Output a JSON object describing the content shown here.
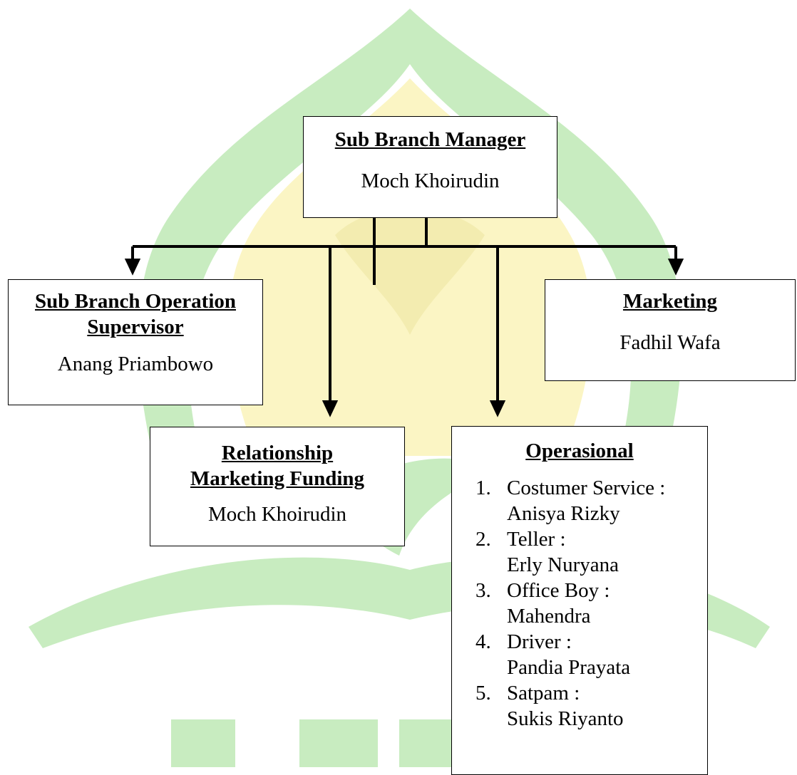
{
  "chart": {
    "manager": {
      "title": "Sub Branch Manager",
      "name": "Moch Khoirudin"
    },
    "supervisor": {
      "title_line1": "Sub Branch Operation",
      "title_line2": "Supervisor",
      "name": "Anang Priambowo"
    },
    "marketing": {
      "title": "Marketing",
      "name": "Fadhil Wafa"
    },
    "relationship_marketing": {
      "title_line1": "Relationship",
      "title_line2": "Marketing Funding",
      "name": "Moch Khoirudin"
    },
    "operasional": {
      "title": "Operasional",
      "items": [
        {
          "number": "1.",
          "role": "Costumer Service :",
          "person": "Anisya Rizky"
        },
        {
          "number": "2.",
          "role": "Teller :",
          "person": "Erly Nuryana"
        },
        {
          "number": "3.",
          "role": "Office Boy :",
          "person": "Mahendra"
        },
        {
          "number": "4.",
          "role": "Driver :",
          "person": "Pandia Prayata"
        },
        {
          "number": "5.",
          "role": "Satpam :",
          "person": "Sukis Riyanto"
        }
      ]
    }
  },
  "colors": {
    "watermark_green": "#c8ecc0",
    "watermark_yellow": "#fbf5c4",
    "line": "#000000"
  }
}
